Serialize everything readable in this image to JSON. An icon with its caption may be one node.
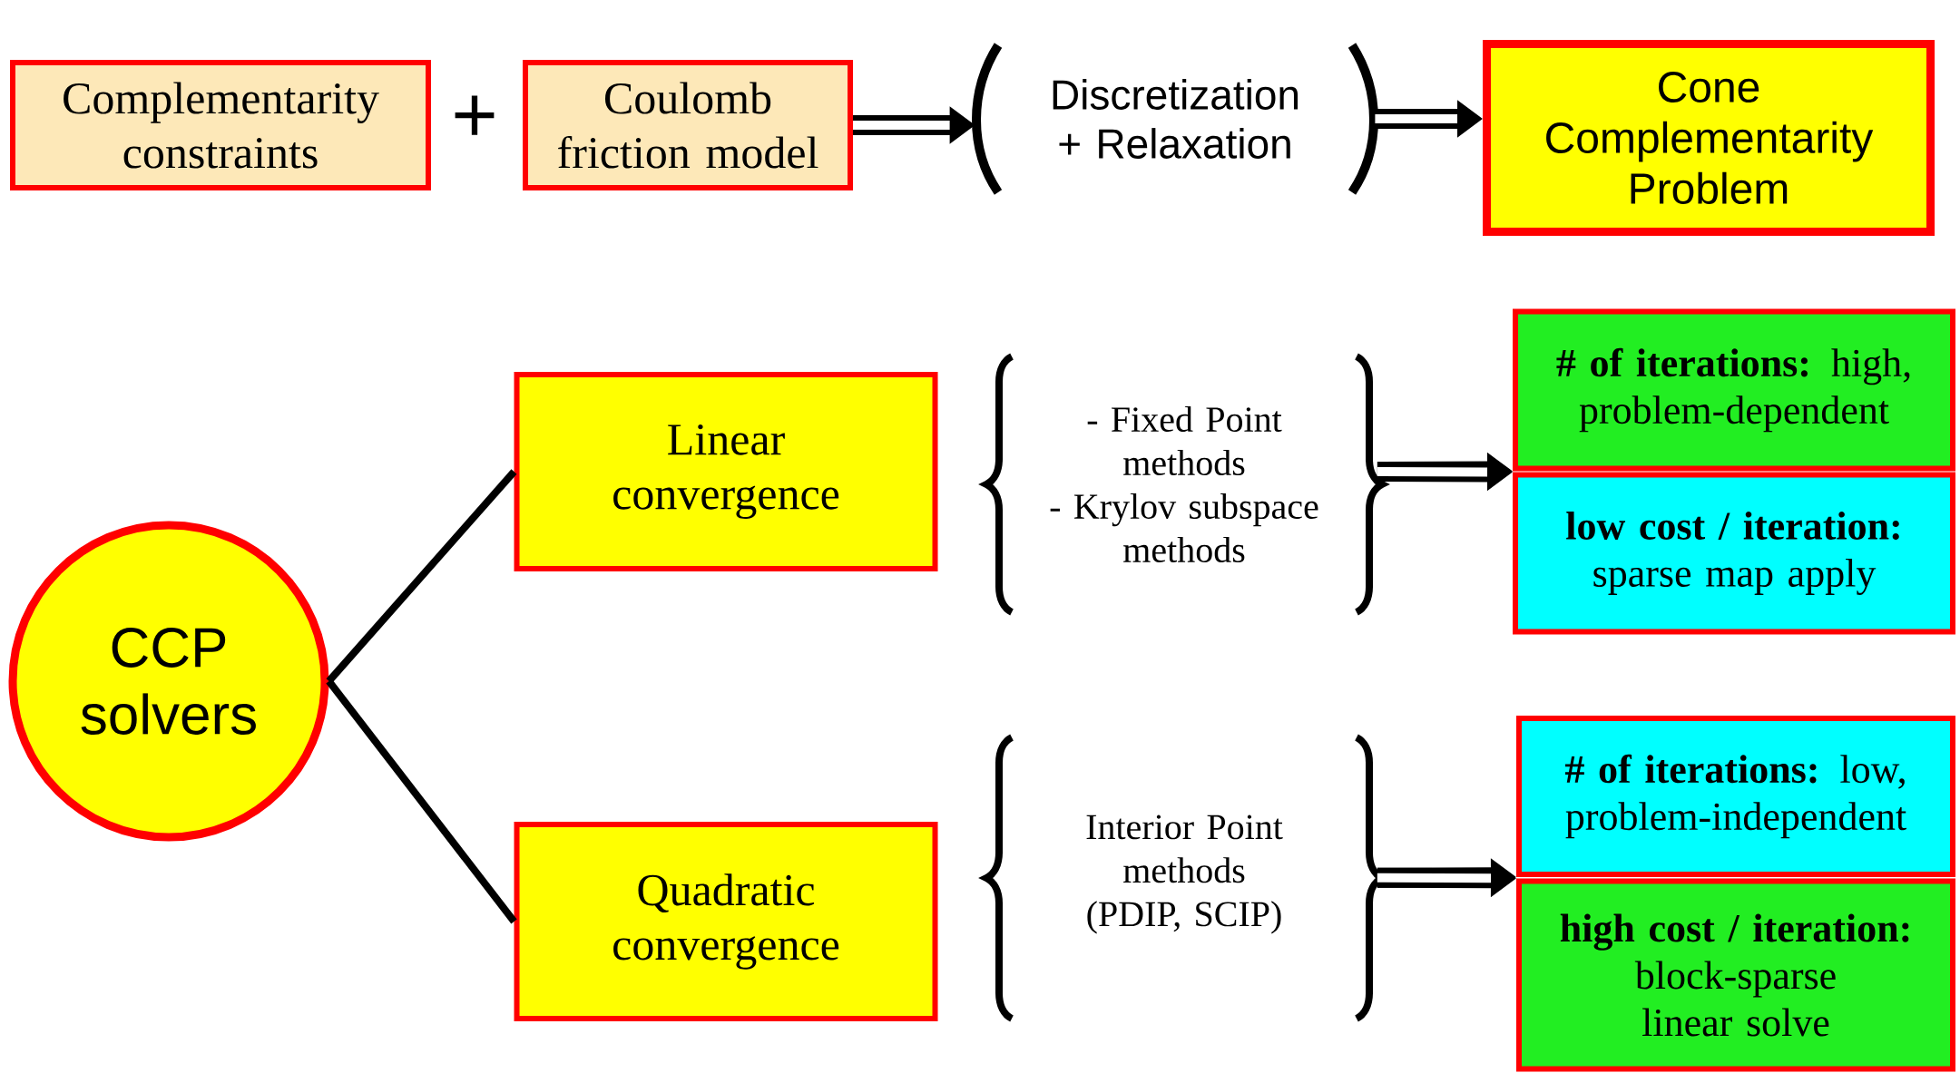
{
  "diagram": {
    "nodes": [
      {
        "text": [
          "Complementarity constraints"
        ]
      },
      {
        "text": [
          "Coulomb friction model"
        ]
      },
      {
        "text": [
          "Discretization + Relaxation"
        ]
      },
      {
        "text": [
          "Cone Complementarity Problem"
        ]
      },
      {
        "text": [
          "CCP solvers"
        ]
      },
      {
        "text": [
          "Linear convergence"
        ]
      },
      {
        "text": [
          "Quadratic convergence"
        ]
      },
      {
        "text": [
          "- Fixed Point methods",
          "- Krylov subspace methods"
        ]
      },
      {
        "text": [
          "Interior Point methods (PDIP, SCIP)"
        ]
      },
      {
        "text": [
          "**# of iterations:** high, problem-dependent"
        ]
      },
      {
        "text": [
          "**low cost / iteration:** sparse map apply"
        ]
      },
      {
        "text": [
          "**# of iterations:** low, problem-independent"
        ]
      },
      {
        "text": [
          "**high cost / iteration:** block-sparse linear solve"
        ]
      }
    ],
    "edges": [
      {
        "from": 1,
        "to": 2,
        "arrow": "to"
      },
      {
        "from": 2,
        "to": 3,
        "arrow": "to"
      },
      {
        "from": 4,
        "to": 5,
        "arrow": "none"
      },
      {
        "from": 4,
        "to": 6,
        "arrow": "none"
      },
      {
        "from": 7,
        "to": 9,
        "arrow": "to"
      },
      {
        "from": 7,
        "to": 10,
        "arrow": "to"
      },
      {
        "from": 8,
        "to": 11,
        "arrow": "to"
      },
      {
        "from": 8,
        "to": 12,
        "arrow": "to"
      }
    ],
    "labels": [
      "+"
    ]
  }
}
